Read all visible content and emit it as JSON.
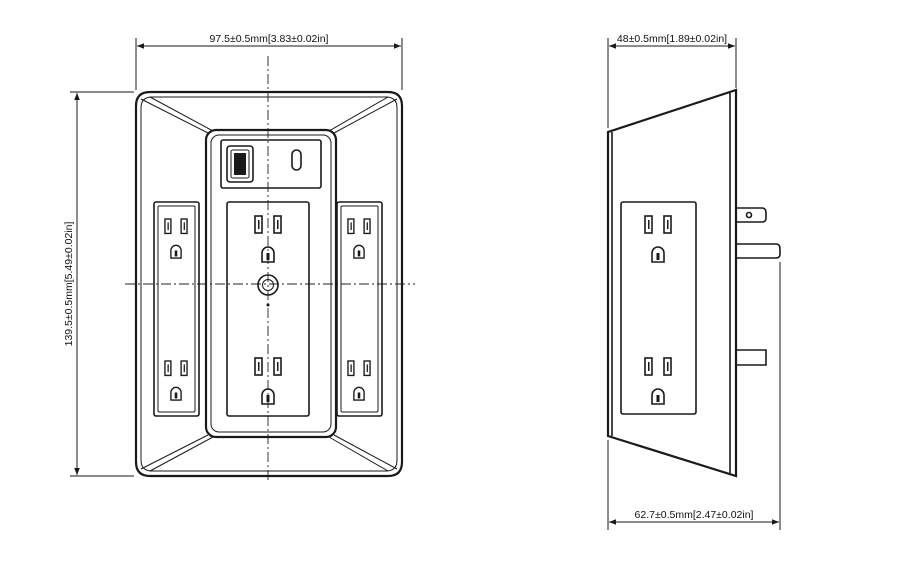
{
  "dimensions": {
    "front_width": "97.5±0.5mm[3.83±0.02in]",
    "front_height": "139.5±0.5mm[5.49±0.02in]",
    "side_depth_top": "48±0.5mm[1.89±0.02in]",
    "side_depth_bottom": "62.7±0.5mm[2.47±0.02in]"
  },
  "colors": {
    "line": "#1a1a1a",
    "background": "#ffffff"
  },
  "icons": [
    "usb-a-port-icon",
    "usb-c-port-icon",
    "outlet-icon",
    "plug-prong-icon",
    "mounting-screw-icon"
  ]
}
